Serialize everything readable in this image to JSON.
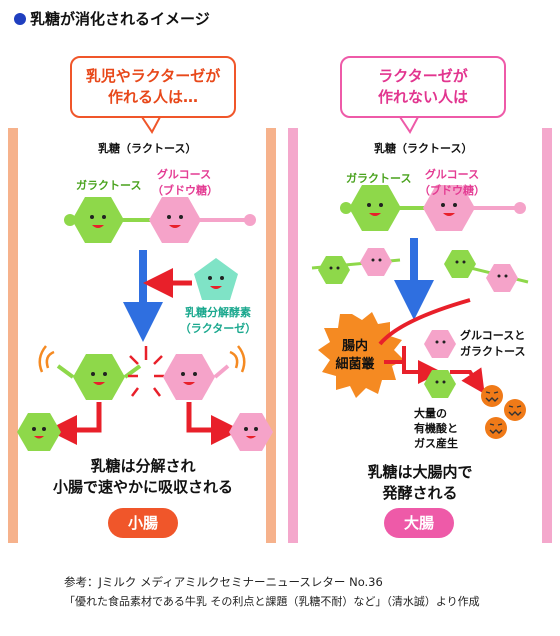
{
  "title": "乳糖が消化されるイメージ",
  "colors": {
    "left_bar": "#f6b28c",
    "right_bar": "#f4a8cc",
    "galactose": "#8ed84a",
    "glucose": "#f5a3c9",
    "enzyme": "#7fe3c6",
    "bacteria": "#f58a22",
    "gas": "#f07a18",
    "arrow_red": "#e8202a",
    "arrow_blue": "#2f6fe0",
    "small_intestine": "#f0562a",
    "large_intestine": "#ee5aa8"
  },
  "left": {
    "bubble": [
      "乳児やラクターゼが",
      "作れる人は…"
    ],
    "lactose": "乳糖（ラクトース）",
    "galactose": "ガラクトース",
    "glucose": [
      "グルコース",
      "（ブドウ糖）"
    ],
    "enzyme": [
      "乳糖分解酵素",
      "（ラクターゼ）"
    ],
    "result": [
      "乳糖は分解され",
      "小腸で速やかに吸収される"
    ],
    "organ": "小腸"
  },
  "right": {
    "bubble": [
      "ラクターゼが",
      "作れない人は"
    ],
    "lactose": "乳糖（ラクトース）",
    "galactose": "ガラクトース",
    "glucose": [
      "グルコース",
      "（ブドウ糖）"
    ],
    "bacteria": [
      "腸内",
      "細菌叢"
    ],
    "products": [
      "グルコースと",
      "ガラクトース"
    ],
    "acids": [
      "大量の",
      "有機酸と",
      "ガス産生"
    ],
    "result": [
      "乳糖は大腸内で",
      "発酵される"
    ],
    "organ": "大腸"
  },
  "reference": [
    "参考：Jミルク メディアミルクセミナーニュースレター No.36",
    "「優れた食品素材である牛乳 その利点と課題（乳糖不耐）など」（清水誠）より作成"
  ]
}
